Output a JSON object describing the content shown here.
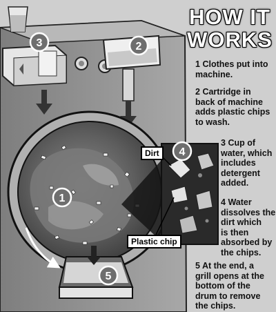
{
  "title": {
    "line1": "HOW IT",
    "line2": "WORKS"
  },
  "steps": [
    {
      "num": "1",
      "lines": [
        "Clothes put into",
        "machine."
      ]
    },
    {
      "num": "2",
      "lines": [
        "Cartridge in",
        "back of machine",
        "adds plastic chips",
        "to wash."
      ]
    },
    {
      "num": "3",
      "lines": [
        "Cup of",
        "water, which",
        "includes",
        "detergent",
        "added."
      ]
    },
    {
      "num": "4",
      "lines": [
        "Water",
        "dissolves the",
        "dirt which",
        "is then",
        "absorbed by",
        "the chips."
      ]
    },
    {
      "num": "5",
      "lines": [
        "At the end, a",
        "grill opens at the",
        "bottom of the",
        "drum to remove",
        "the chips."
      ]
    }
  ],
  "markers": [
    "1",
    "2",
    "3",
    "4",
    "5"
  ],
  "labels": {
    "dirt": "Dirt",
    "plastic_chip": "Plastic chip"
  },
  "colors": {
    "panel_bg": "#cfcfcf",
    "machine": "#9a9a9a",
    "drum": "#5a5a5a",
    "inset_bg": "#2a2a2a",
    "marker_fill": "#6e6e6e"
  }
}
